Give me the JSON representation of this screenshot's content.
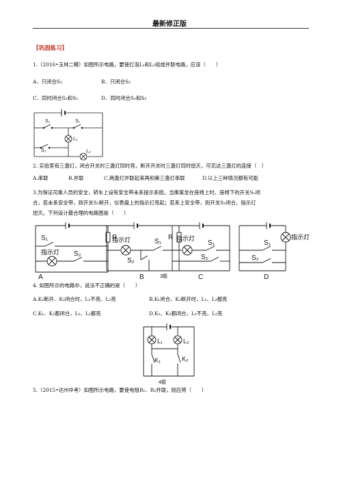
{
  "header": {
    "title": "最新修正版"
  },
  "section": {
    "title": "【巩固练习】"
  },
  "q1": {
    "stem": "1.（2016•玉林二模）如图所示电路，要使灯泡L₁和L₂组成并联电路，应该（　　）",
    "a": "A．只闭合S₃",
    "b": "B．只闭合S₂",
    "c": "C．同时闭合S₁和S₂",
    "d": "D．同时闭合S₁和S₃",
    "fig": {
      "s1": "S₁",
      "s2": "S₂",
      "s3": "S₃",
      "l1": "L₁",
      "l2": "L₂"
    }
  },
  "q2": {
    "stem": "2. 实验室有三盏灯，闭合开关时三盏灯同时亮，断开开关时三盏灯同时熄灭，可见这三盏灯的连接（　）",
    "a": "A.串联",
    "b": "B.并联",
    "c": "C.两盏灯并联起来再和第三盏灯串联",
    "d": "D.以上三种情况都有可能"
  },
  "q3": {
    "line1": "3.为保证司乘人员的安全，轿车上设有安全带未系提示系统。当乘客坐在座椅上时，座椅下的开关S₁闭",
    "line2": "合，若未系安全带，则开关S₂断开，仪表盘上的指示灯亮起；若系上安全带，则开关S₂闭合，指示灯",
    "line3": "熄灭。下列设计最合理的电路图是（　　）",
    "fig": {
      "s1": "S₁",
      "s2": "S₂",
      "r": "R",
      "lamp": "指示灯",
      "a": "A",
      "b": "B",
      "c": "C",
      "d": "D",
      "caption": "3题"
    }
  },
  "q4": {
    "stem": "4. 如图所示的电路中，说法不正确的是（　　）",
    "a": "A.K₁断开、K₂闭合时，L₁不亮、L₂亮",
    "b": "B.K₁闭合、K₂断开时，L₁、L₂都亮",
    "c": "C.K₁、K₂都闭合，L₁、L₂都亮",
    "d": "D.K₁、K₂都闭合，L₁不亮、L₂亮",
    "fig": {
      "l1": "L₁",
      "l2": "L₂",
      "k1": "K₁",
      "k2": "K₂",
      "caption": "4题"
    }
  },
  "q5": {
    "stem": "5.（2015•达州中考）如图所示电路，要使电阻R₁、R₂并联，则应将（　　）"
  }
}
